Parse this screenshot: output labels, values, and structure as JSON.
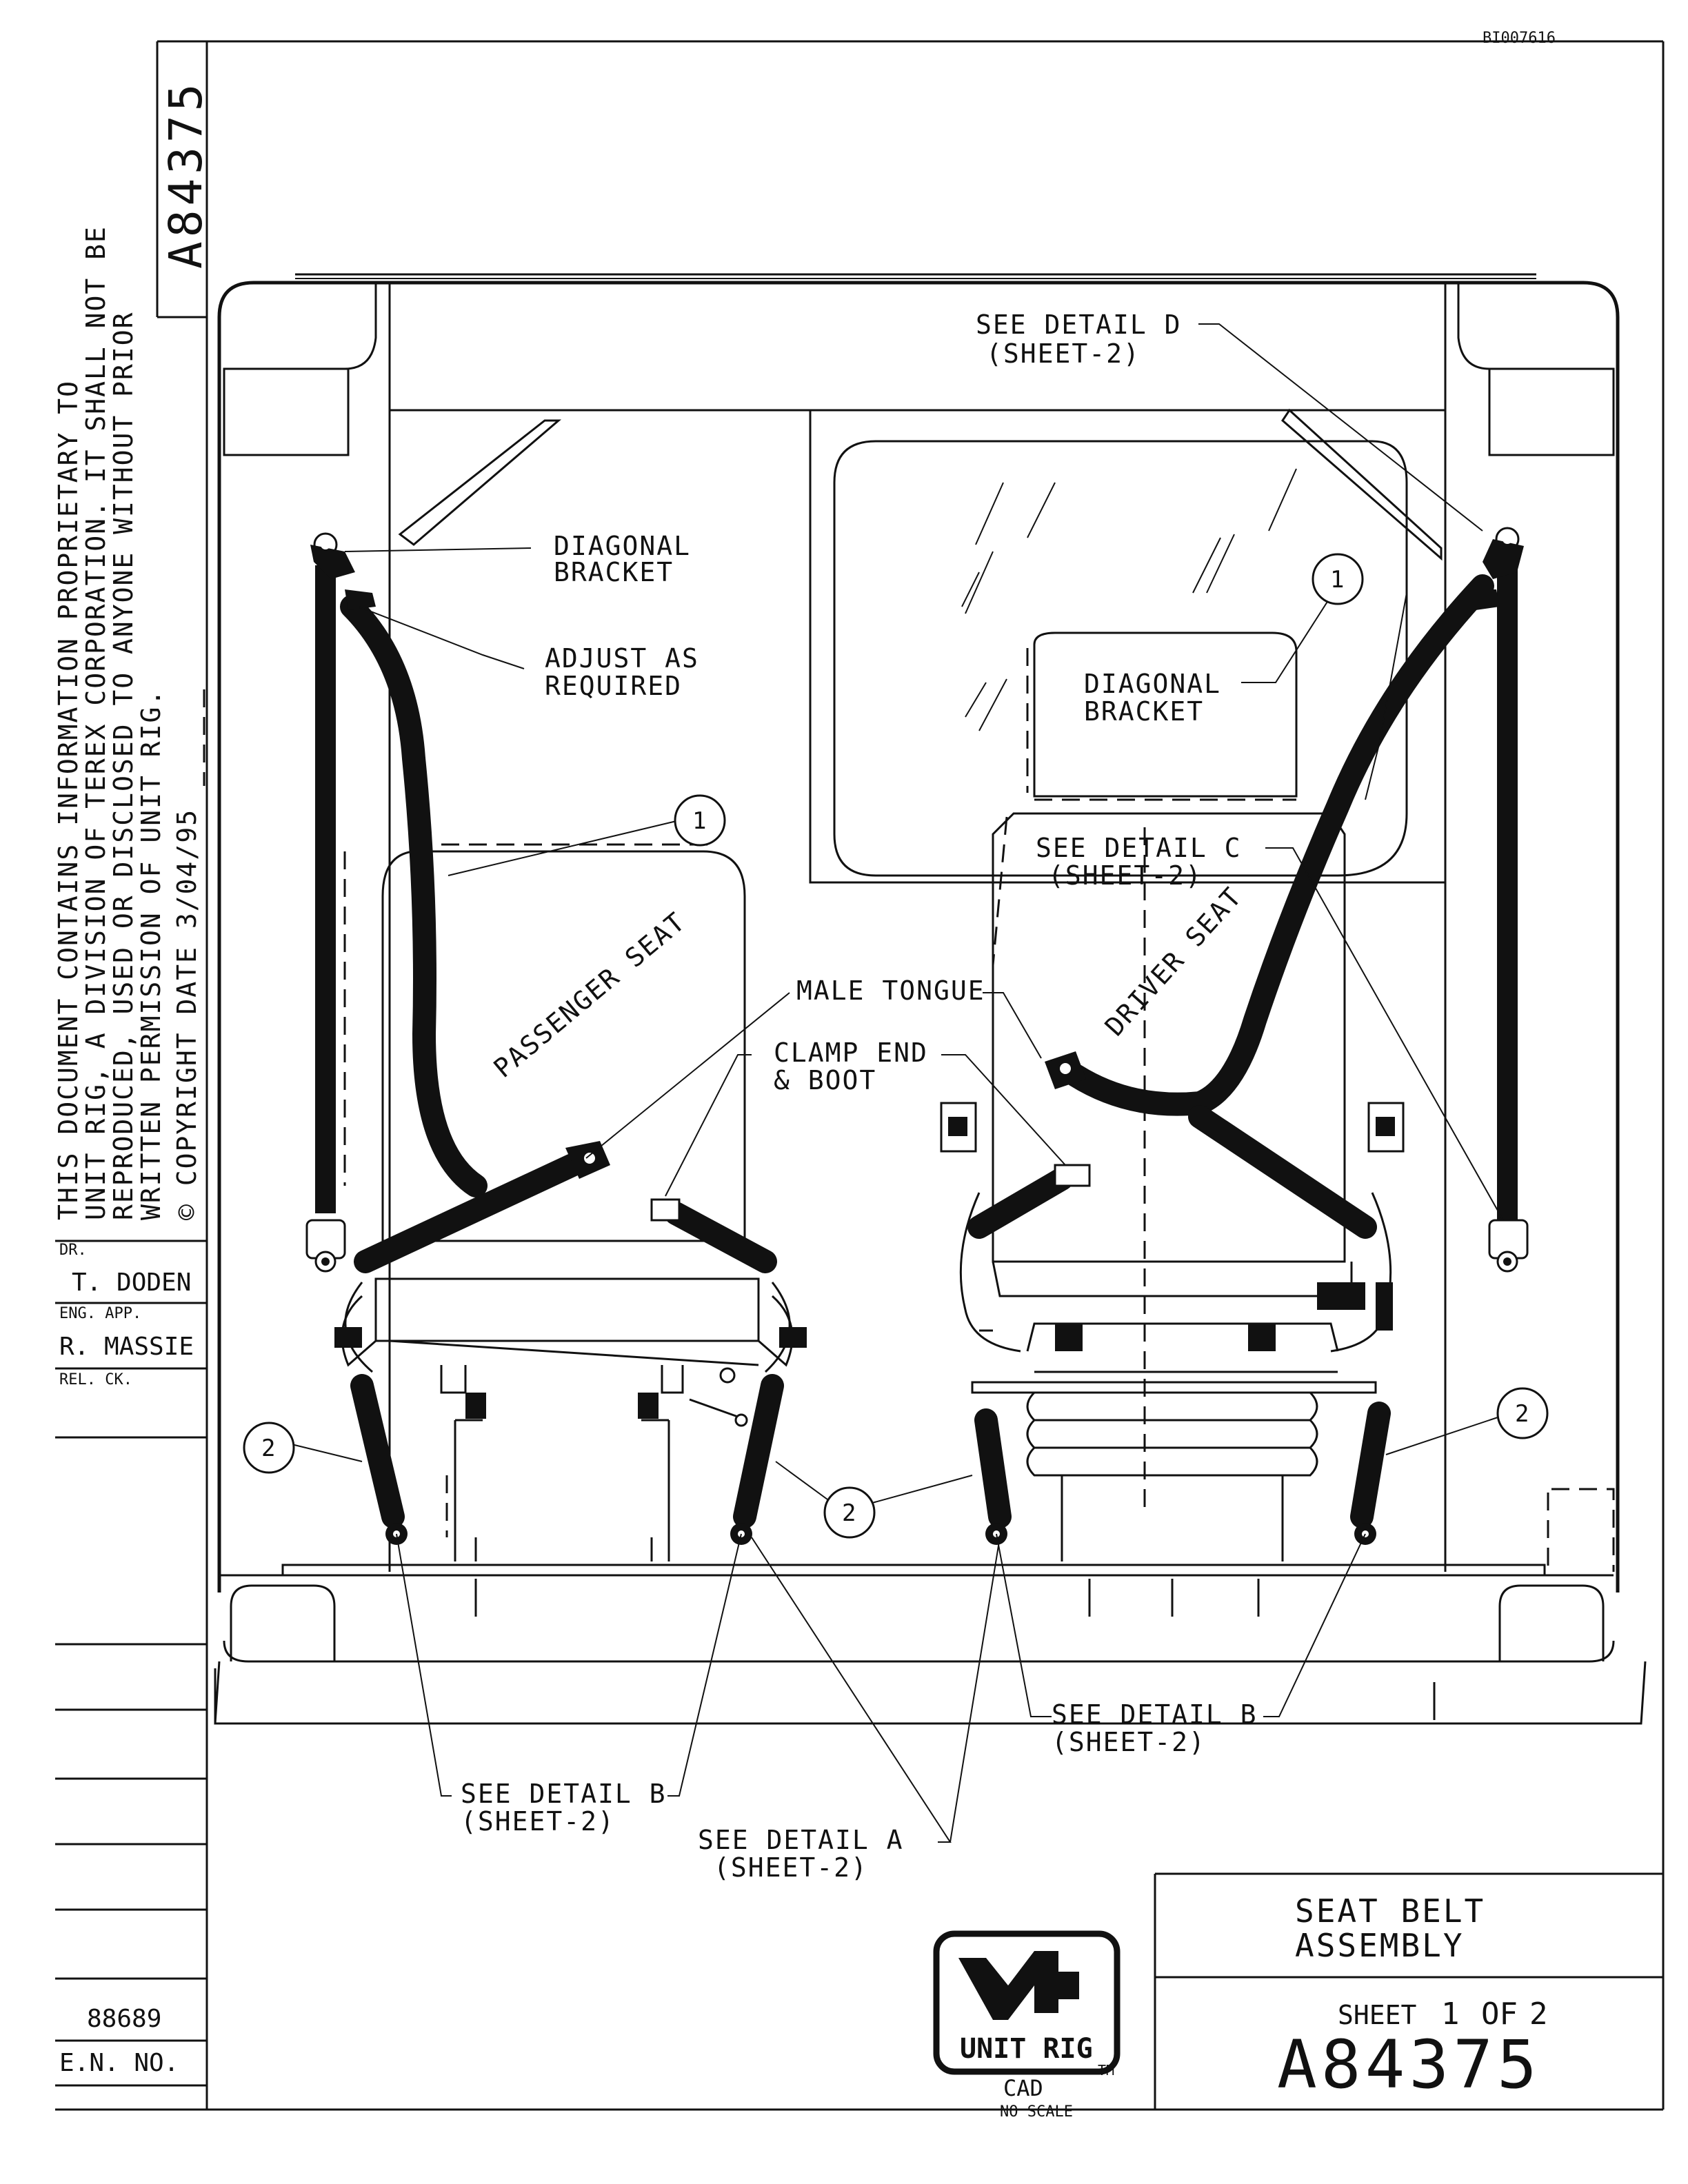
{
  "header": {
    "ref_code": "BI007616"
  },
  "vertical_number": "A84375",
  "proprietary_notice": [
    "THIS DOCUMENT CONTAINS INFORMATION PROPRIETARY TO",
    "UNIT RIG, A DIVISION OF TEREX CORPORATION. IT SHALL NOT BE",
    "REPRODUCED, USED OR DISCLOSED TO ANYONE WITHOUT PRIOR",
    "WRITTEN PERMISSION OF UNIT RIG.",
    "© COPYRIGHT DATE 3/04/95"
  ],
  "signoff": {
    "dr_label": "DR.",
    "dr_name": "T. DODEN",
    "eng_label": "ENG. APP.",
    "eng_name": "R. MASSIE",
    "rel_label": "REL. CK."
  },
  "en": {
    "number": "88689",
    "label": "E.N. NO."
  },
  "callouts": {
    "see_detail_d": "SEE DETAIL D",
    "sheet2_d": "(SHEET-2)",
    "diagonal_bracket_left_1": "DIAGONAL",
    "diagonal_bracket_left_2": "BRACKET",
    "adjust_1": "ADJUST AS",
    "adjust_2": "REQUIRED",
    "diagonal_bracket_right_1": "DIAGONAL",
    "diagonal_bracket_right_2": "BRACKET",
    "see_detail_c": "SEE DETAIL C",
    "sheet2_c": "(SHEET-2)",
    "passenger_seat": "PASSENGER SEAT",
    "driver_seat": "DRIVER SEAT",
    "male_tongue": "MALE TONGUE",
    "clamp_end_1": "CLAMP END",
    "clamp_end_2": "& BOOT",
    "see_detail_b_right": "SEE DETAIL B",
    "sheet2_b_right": "(SHEET-2)",
    "see_detail_b_left": "SEE DETAIL B",
    "sheet2_b_left": "(SHEET-2)",
    "see_detail_a": "SEE DETAIL A",
    "sheet2_a": "(SHEET-2)",
    "balloon_1": "1",
    "balloon_2": "2"
  },
  "title_block": {
    "title_line1": "SEAT BELT",
    "title_line2": "ASSEMBLY",
    "sheet_label": "SHEET",
    "sheet_num": "1",
    "sheet_of": "OF",
    "sheet_total": "2",
    "drawing_number": "A84375",
    "logo_text": "UNIT RIG",
    "cad": "CAD",
    "tm": "TM",
    "no_scale": "NO SCALE"
  }
}
